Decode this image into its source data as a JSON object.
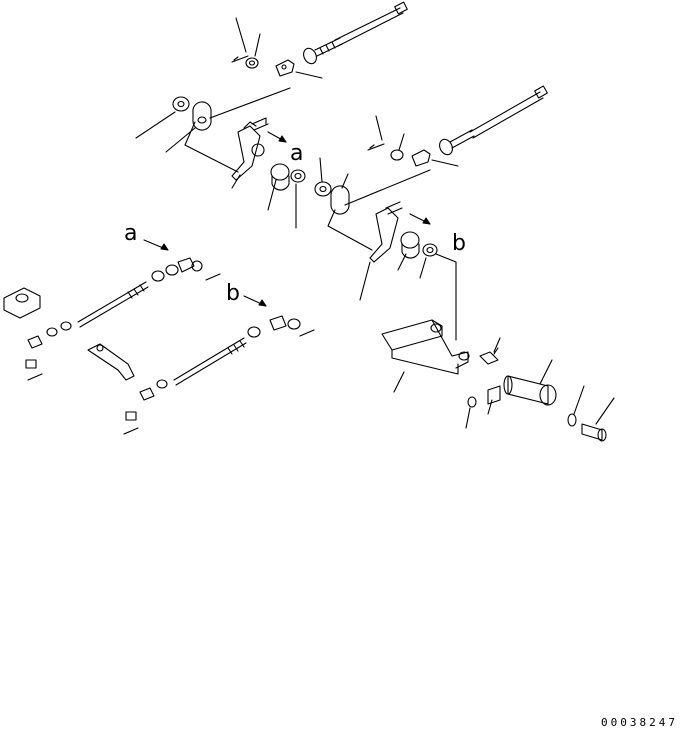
{
  "callouts": {
    "a": "a",
    "b": "b"
  },
  "drawing_number": "00038247",
  "colors": {
    "line": "#000000",
    "background": "#ffffff"
  }
}
